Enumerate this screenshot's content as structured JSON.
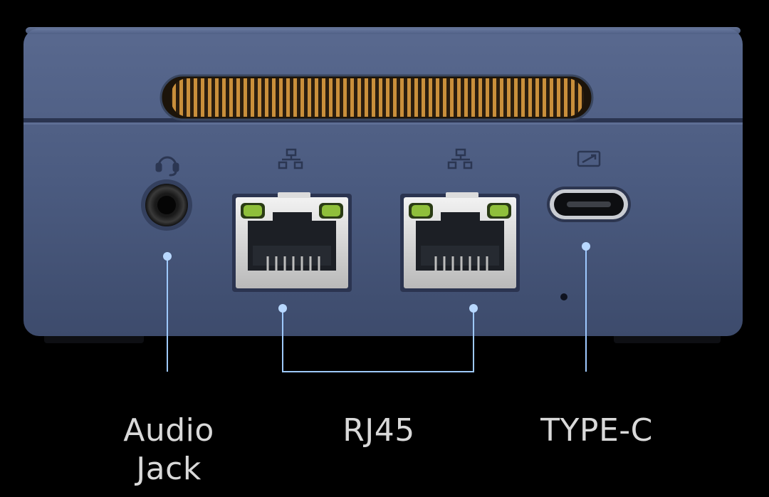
{
  "labels": {
    "audio_line1": "Audio",
    "audio_line2": "Jack",
    "rj45": "RJ45",
    "typec": "TYPE-C"
  },
  "icons": {
    "audio": "headphone-icon",
    "lan_left": "network-icon",
    "lan_right": "network-icon",
    "typec": "display-icon"
  },
  "colors": {
    "background": "#000000",
    "body": "#4d5f86",
    "vent": "#c9923e",
    "callout": "#9ec9ff",
    "text": "#d9d9d9",
    "port_led_green": "#8fbf3b"
  }
}
